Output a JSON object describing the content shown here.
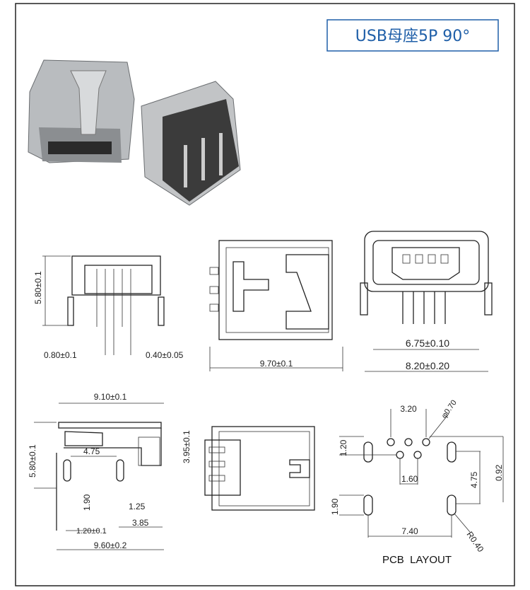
{
  "title": "USB母座5P 90°",
  "colors": {
    "title": "#1f5fa8",
    "frame": "#222222"
  },
  "side_view": {
    "height": "5.80±0.1",
    "pitch": "0.80±0.1",
    "pin_width": "0.40±0.05"
  },
  "top_view": {
    "length": "9.70±0.1"
  },
  "front_view": {
    "inner_width": "6.75±0.10",
    "outer_width": "8.20±0.20"
  },
  "profile_view": {
    "top_length": "9.10±0.1",
    "height": "5.80±0.1",
    "body_height": "3.95±0.1",
    "peg_spacing": "4.75",
    "peg_height": "1.90",
    "peg_width": "1.25",
    "offset": "1.20±0.1",
    "rear_offset": "3.85",
    "total_length": "9.60±0.2"
  },
  "pcb_layout": {
    "label": "PCB  LAYOUT",
    "pin_span": "3.20",
    "hole_dia": "φ0.70",
    "row_gap": "1.20",
    "pin_pitch": "1.60",
    "pad_spacing": "4.75",
    "offset": "0.92",
    "slot_height": "1.90",
    "slot_spacing": "7.40",
    "slot_radius": "R0.40"
  }
}
